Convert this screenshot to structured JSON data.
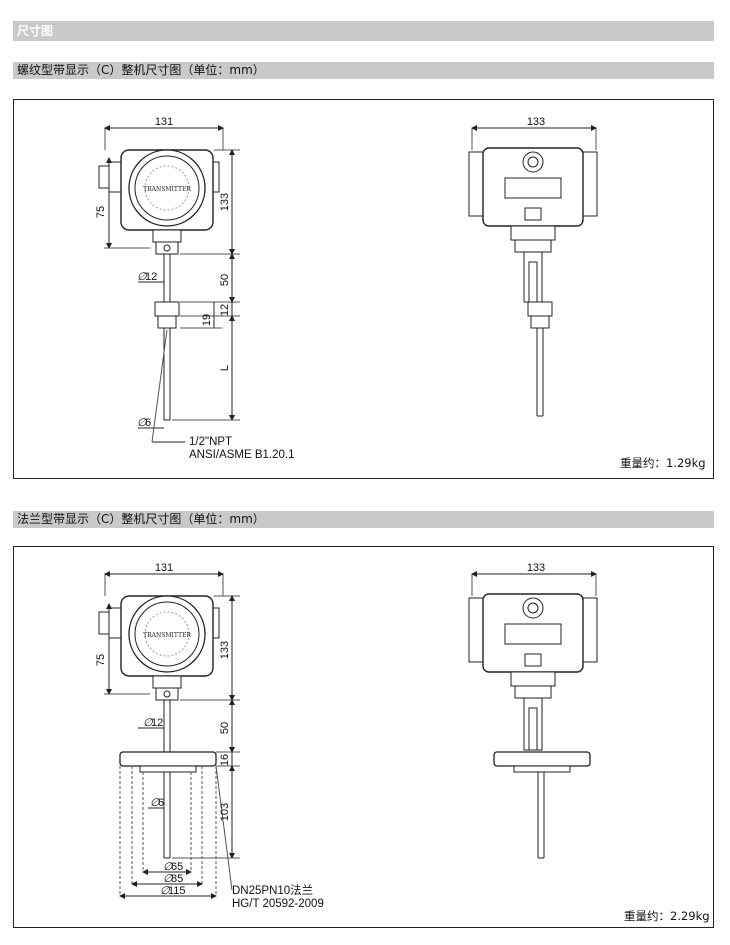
{
  "header": {
    "title": "尺寸图"
  },
  "sections": [
    {
      "title": "螺纹型带显示（C）整机尺寸图（单位：mm）",
      "front": {
        "width": "131",
        "d_head": "75",
        "h_total": "133",
        "d_stem": "12",
        "h_neck": "50",
        "h_hex": "12",
        "h_thread": "19",
        "h_probe": "L",
        "d_probe": "6"
      },
      "side": {
        "width": "133"
      },
      "note_lines": [
        "1/2\"NPT",
        "ANSI/ASME B1.20.1"
      ],
      "weight": "重量约：1.29kg"
    },
    {
      "title": "法兰型带显示（C）整机尺寸图（单位：mm）",
      "front": {
        "width": "131",
        "d_head": "75",
        "h_total": "133",
        "d_stem": "12",
        "h_neck": "50",
        "h_flange": "16",
        "d_probe": "6",
        "h_probe": "103",
        "d65": "65",
        "d85": "85",
        "d115": "115"
      },
      "side": {
        "width": "133"
      },
      "note_lines": [
        "DN25PN10法兰",
        "HG/T 20592-2009"
      ],
      "weight": "重量约：2.29kg"
    }
  ],
  "colors": {
    "bar": "#c9c9c9",
    "line": "#222222",
    "fill_dark": "#555555"
  }
}
